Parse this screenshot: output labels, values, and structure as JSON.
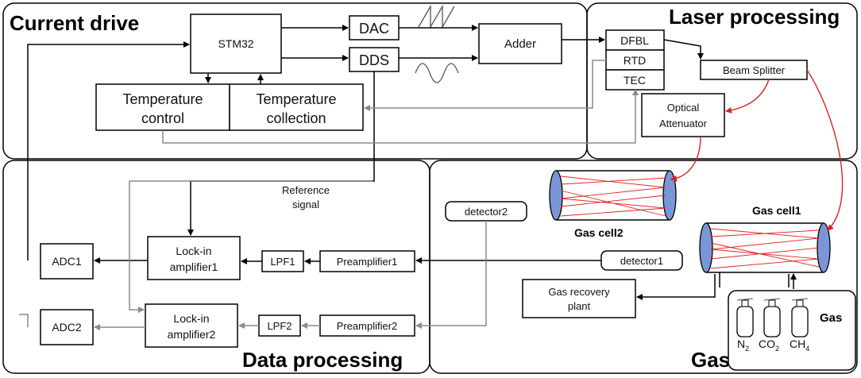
{
  "sections": {
    "current_drive": "Current drive",
    "laser_processing": "Laser processing",
    "data_processing": "Data processing",
    "gas_detection": "Gas detection"
  },
  "blocks": {
    "stm32": "STM32",
    "dac": "DAC",
    "dds": "DDS",
    "adder": "Adder",
    "temp_control_1": "Temperature",
    "temp_control_2": "control",
    "temp_collection_1": "Temperature",
    "temp_collection_2": "collection",
    "dfbl": "DFBL",
    "rtd": "RTD",
    "tec": "TEC",
    "beam_splitter": "Beam Splitter",
    "optical_attenuator_1": "Optical",
    "optical_attenuator_2": "Attenuator",
    "adc1": "ADC1",
    "adc2": "ADC2",
    "lockin1_1": "Lock-in",
    "lockin1_2": "amplifier1",
    "lockin2_1": "Lock-in",
    "lockin2_2": "amplifier2",
    "lpf1": "LPF1",
    "lpf2": "LPF2",
    "preamp1": "Preamplifier1",
    "preamp2": "Preamplifier2",
    "detector1": "detector1",
    "detector2": "detector2",
    "gas_recovery_1": "Gas recovery",
    "gas_recovery_2": "plant"
  },
  "labels": {
    "reference_1": "Reference",
    "reference_2": "signal",
    "gas_cell1": "Gas cell1",
    "gas_cell2": "Gas cell2",
    "gas": "Gas",
    "n2": "N",
    "n2_sub": "2",
    "co2": "CO",
    "co2_sub": "2",
    "ch4": "CH",
    "ch4_sub": "4"
  },
  "colors": {
    "signal_line": "#000000",
    "grey_line": "#8a8a8a",
    "laser_line": "#e02020",
    "cell_window": "#7a96d6"
  }
}
